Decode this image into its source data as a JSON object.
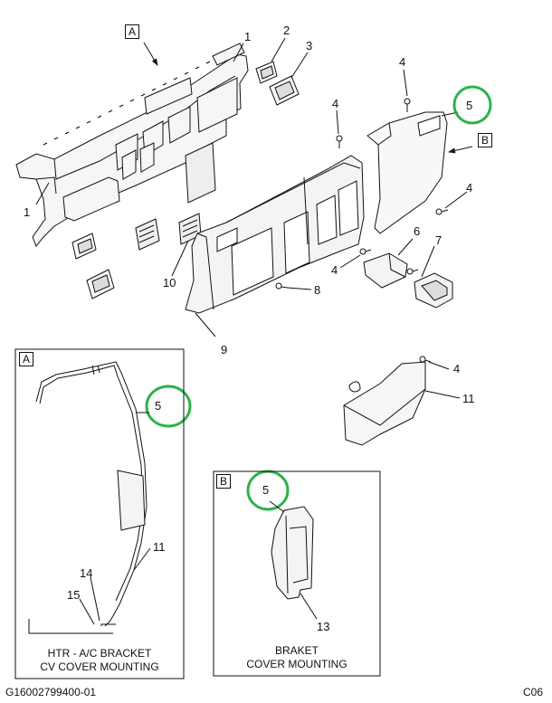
{
  "diagram": {
    "callouts": {
      "main_a": "A",
      "main_b": "B",
      "n1_top": "1",
      "n1_left": "1",
      "n2": "2",
      "n3": "3",
      "n4_top_right": "4",
      "n4_mid": "4",
      "n4_right": "4",
      "n4_lower": "4",
      "n4_bracket": "4",
      "n5_top": "5",
      "n6": "6",
      "n7": "7",
      "n8": "8",
      "n9": "9",
      "n10": "10",
      "n11_bracket": "11",
      "n5_detail_a": "5",
      "n11_detail_a": "11",
      "n14": "14",
      "n15": "15",
      "n5_detail_b": "5",
      "n13": "13"
    },
    "detail_a": {
      "tag": "A",
      "caption_line1": "HTR - A/C BRACKET",
      "caption_line2": "CV COVER MOUNTING"
    },
    "detail_b": {
      "tag": "B",
      "caption_line1": "BRAKET",
      "caption_line2": "COVER MOUNTING"
    },
    "footer": {
      "left_code": "G16002799400-01",
      "right_code": "C06"
    },
    "colors": {
      "line": "#111111",
      "highlight_circle": "#2db34a",
      "part_fill": "#f4f4f4"
    }
  }
}
